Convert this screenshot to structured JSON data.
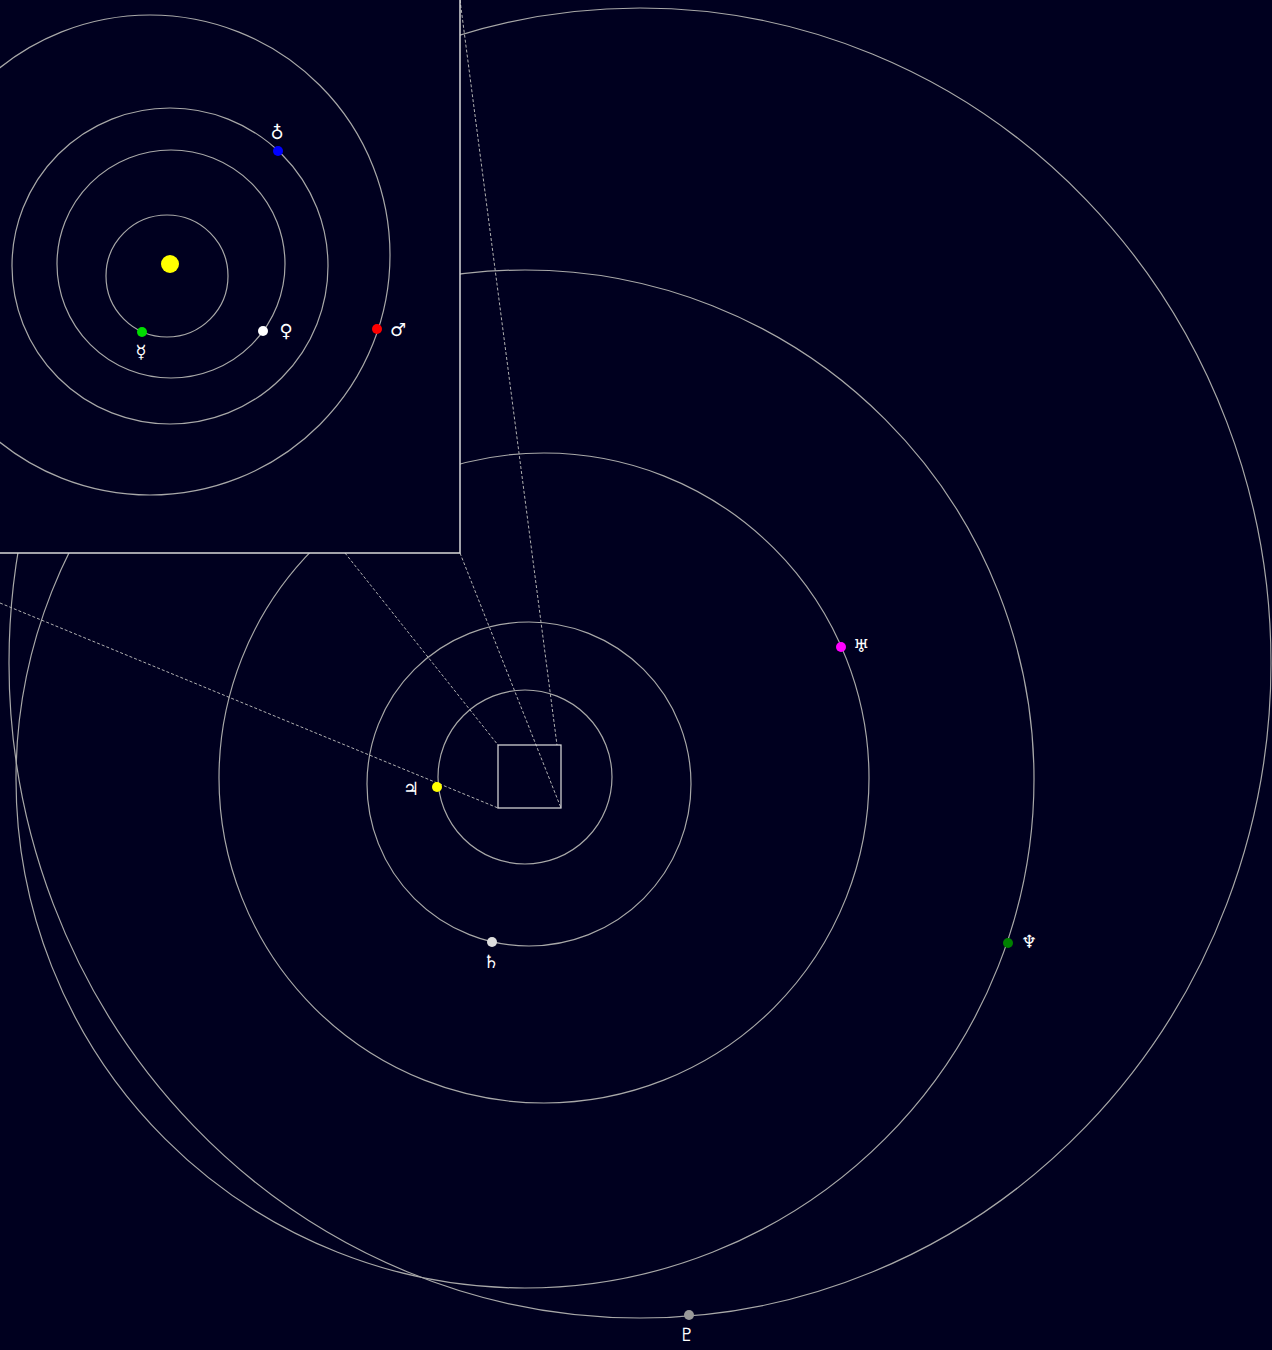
{
  "diagram": {
    "labels": [
      "♁",
      "☿",
      "♀",
      "♂",
      "♃",
      "♄",
      "♅",
      "♆",
      "♇"
    ]
  }
}
